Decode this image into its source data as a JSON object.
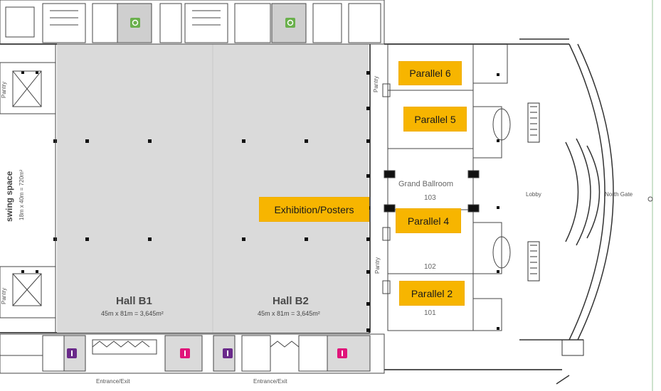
{
  "halls": {
    "b1": {
      "name": "Hall B1",
      "dims": "45m x 81m = 3,645m²"
    },
    "b2": {
      "name": "Hall B2",
      "dims": "45m x 81m = 3,645m²"
    }
  },
  "swing_space": {
    "name": "swing space",
    "dims": "18m x 40m = 720m²"
  },
  "grand_ballroom": {
    "name": "Grand Ballroom",
    "numbers": [
      "103",
      "102",
      "101"
    ]
  },
  "areas": {
    "lobby": "Lobby",
    "north_gate": "North Gate",
    "pantry": "Pantry",
    "entrance_exit": "Entrance/Exit"
  },
  "tags": {
    "parallel_6": "Parallel 6",
    "parallel_5": "Parallel 5",
    "parallel_4": "Parallel 4",
    "parallel_2": "Parallel 2",
    "exhibition": "Exhibition/Posters"
  },
  "colors": {
    "tag": "#f7b500",
    "hall_fill": "#dadada",
    "lift_green": "#6ab04c",
    "toilet_purple": "#6a2a8a",
    "toilet_pink": "#e0147a"
  },
  "icons": [
    "lift-icon",
    "toilet-icon"
  ]
}
